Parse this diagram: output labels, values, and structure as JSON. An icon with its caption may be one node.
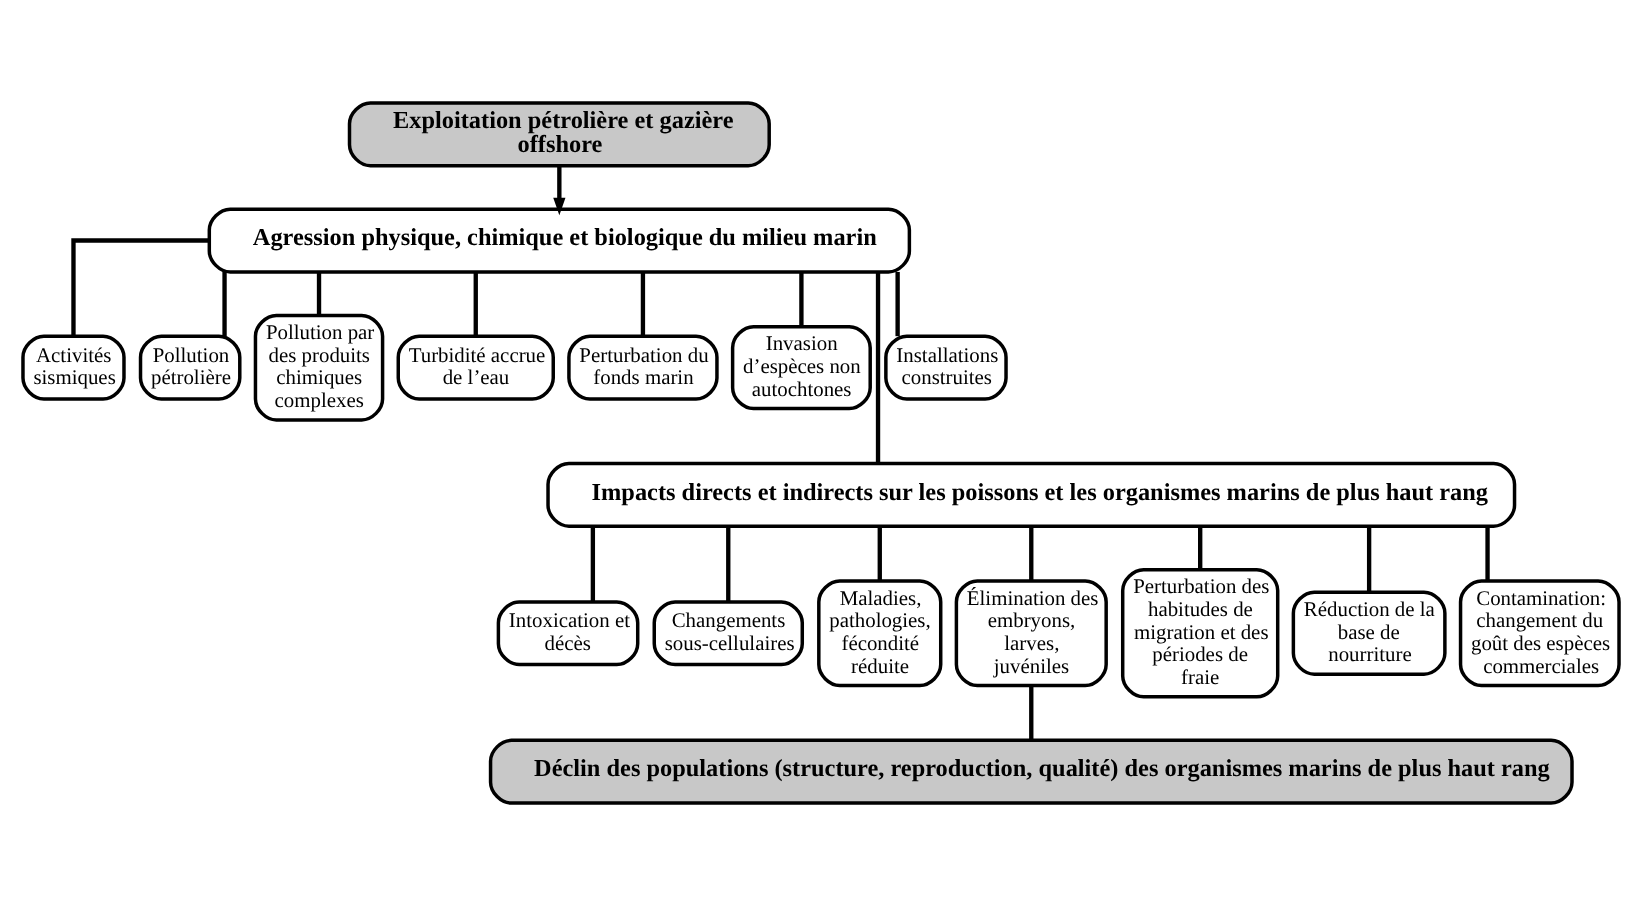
{
  "diagram": {
    "nodes": [
      {
        "text": [
          "Exploitation pétrolière et gazière offshore"
        ]
      },
      {
        "text": [
          "Agression physique, chimique et biologique du milieu marin"
        ]
      },
      {
        "text": [
          "Activités sismiques"
        ]
      },
      {
        "text": [
          "Pollution pétrolière"
        ]
      },
      {
        "text": [
          "Pollution par des produits chimiques complexes"
        ]
      },
      {
        "text": [
          "Turbidité accrue de l’eau"
        ]
      },
      {
        "text": [
          "Perturbation du fonds marin"
        ]
      },
      {
        "text": [
          "Invasion d’espèces non autochtones"
        ]
      },
      {
        "text": [
          "Installations construites"
        ]
      },
      {
        "text": [
          "Impacts directs et indirects sur les poissons et les organismes marins de plus haut rang"
        ]
      },
      {
        "text": [
          "Intoxication et décès"
        ]
      },
      {
        "text": [
          "Changements sous-cellulaires"
        ]
      },
      {
        "text": [
          "Maladies, pathologies, fécondité réduite"
        ]
      },
      {
        "text": [
          "Élimination des embryons, larves, juvéniles"
        ]
      },
      {
        "text": [
          "Perturbation des habitudes de migration et des périodes de fraie"
        ]
      },
      {
        "text": [
          "Réduction de la base de nourriture"
        ]
      },
      {
        "text": [
          "Contamination: changement du goût des espèces commerciales"
        ]
      },
      {
        "text": [
          "Déclin des populations (structure, reproduction, qualité) des organismes marins de plus haut rang"
        ]
      }
    ],
    "edges": [
      {
        "from": 0,
        "to": 1,
        "arrow": "to"
      },
      {
        "from": 1,
        "to": 2,
        "arrow": "none"
      },
      {
        "from": 1,
        "to": 3,
        "arrow": "none"
      },
      {
        "from": 1,
        "to": 4,
        "arrow": "none"
      },
      {
        "from": 1,
        "to": 5,
        "arrow": "none"
      },
      {
        "from": 1,
        "to": 6,
        "arrow": "none"
      },
      {
        "from": 1,
        "to": 7,
        "arrow": "none"
      },
      {
        "from": 1,
        "to": 8,
        "arrow": "none"
      },
      {
        "from": 1,
        "to": 9,
        "arrow": "none"
      },
      {
        "from": 9,
        "to": 10,
        "arrow": "none"
      },
      {
        "from": 9,
        "to": 11,
        "arrow": "none"
      },
      {
        "from": 9,
        "to": 12,
        "arrow": "none"
      },
      {
        "from": 9,
        "to": 13,
        "arrow": "none"
      },
      {
        "from": 9,
        "to": 14,
        "arrow": "none"
      },
      {
        "from": 9,
        "to": 15,
        "arrow": "none"
      },
      {
        "from": 9,
        "to": 16,
        "arrow": "none"
      },
      {
        "from": 13,
        "to": 17,
        "arrow": "none"
      }
    ]
  }
}
